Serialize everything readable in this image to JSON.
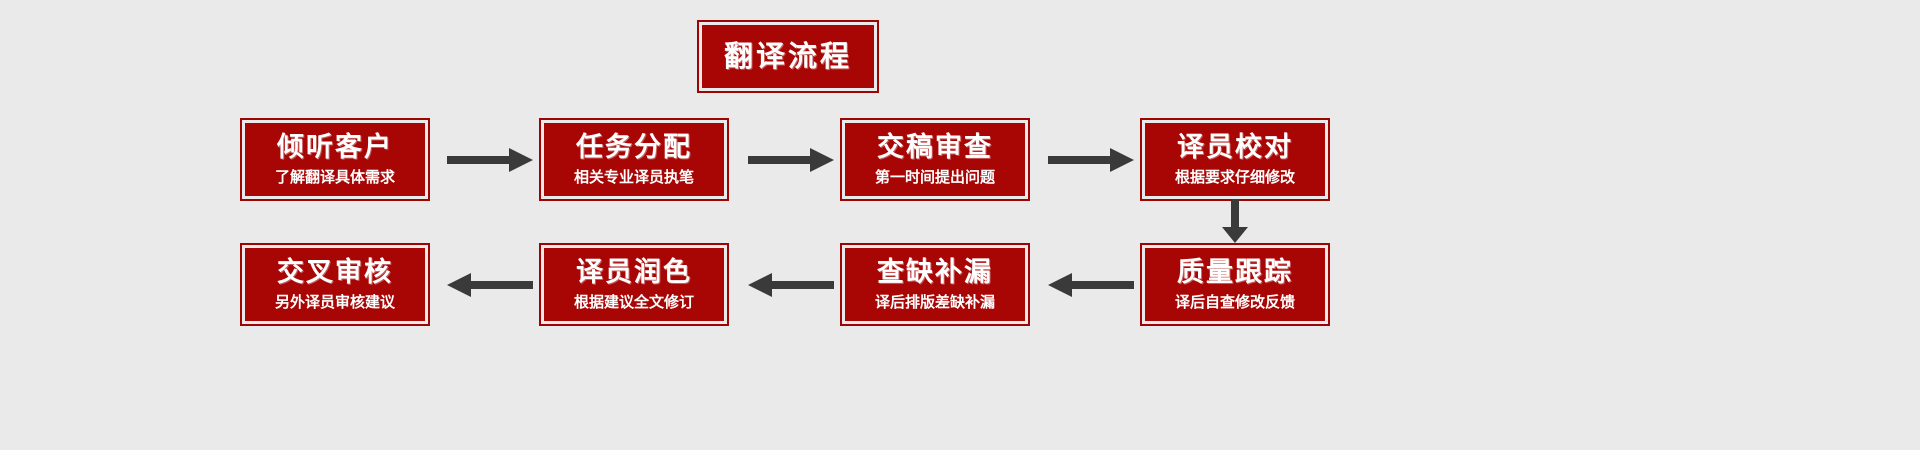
{
  "page": {
    "background_color": "#eaeaea",
    "box_fill_color": "#a80505",
    "box_border_color": "#9d0404",
    "text_color": "#ffffff",
    "arrow_color": "#3a3a3a"
  },
  "title": {
    "label": "翻译流程"
  },
  "row1": {
    "steps": [
      {
        "title": "倾听客户",
        "subtitle": "了解翻译具体需求"
      },
      {
        "title": "任务分配",
        "subtitle": "相关专业译员执笔"
      },
      {
        "title": "交稿审查",
        "subtitle": "第一时间提出问题"
      },
      {
        "title": "译员校对",
        "subtitle": "根据要求仔细修改"
      }
    ]
  },
  "row2": {
    "steps": [
      {
        "title": "交叉审核",
        "subtitle": "另外译员审核建议"
      },
      {
        "title": "译员润色",
        "subtitle": "根据建议全文修订"
      },
      {
        "title": "查缺补漏",
        "subtitle": "译后排版差缺补漏"
      },
      {
        "title": "质量跟踪",
        "subtitle": "译后自查修改反馈"
      }
    ]
  },
  "arrows": [
    {
      "name": "arrow-step1-to-step2",
      "direction": "right"
    },
    {
      "name": "arrow-step2-to-step3",
      "direction": "right"
    },
    {
      "name": "arrow-step3-to-step4",
      "direction": "right"
    },
    {
      "name": "arrow-step4-to-step5",
      "direction": "down"
    },
    {
      "name": "arrow-step5-to-step6",
      "direction": "left"
    },
    {
      "name": "arrow-step6-to-step7",
      "direction": "left"
    },
    {
      "name": "arrow-step7-to-step8",
      "direction": "left"
    }
  ]
}
